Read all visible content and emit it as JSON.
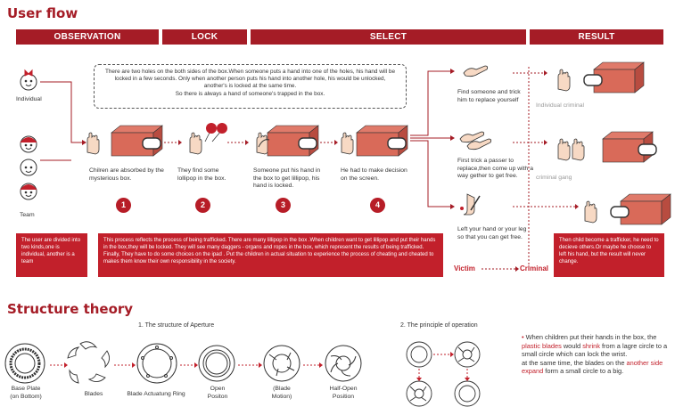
{
  "titles": {
    "user_flow": "User flow",
    "structure_theory": "Structure theory"
  },
  "headers": {
    "observation": "OBSERVATION",
    "lock": "LOCK",
    "select": "SELECT",
    "result": "RESULT"
  },
  "actors": {
    "individual": "Individual",
    "team": "Team"
  },
  "intro_text": "There are two holes on the both sides of the box.When someone puts a hand into one of the holes, his hand will be locked in a few seconds. Only when another person puts his hand into another hole, his would be unlocked, another's is locked at the same time.\nSo there is always a hand of someone's trapped in the box.",
  "steps": [
    {
      "number": "1",
      "text": "Chilren are absorbed by the mysterious box."
    },
    {
      "number": "2",
      "text": "They find some lollipop in the box."
    },
    {
      "number": "3",
      "text": "Someone put his hand in the box to get lillipop, his hand is locked."
    },
    {
      "number": "4",
      "text": "He had to make decision on the screen."
    }
  ],
  "choices": [
    {
      "text": "Find someone and trick him to replace yourself",
      "result": "Individual criminal"
    },
    {
      "text": "First trick a passer to replace,then come up with a way gether to get free.",
      "result": "criminal gang"
    },
    {
      "text": "Left your hand or your leg so that you can get free.",
      "result": ""
    }
  ],
  "victim": "Victim",
  "criminal": "Criminal",
  "boxes": {
    "left": "The user are divided into two kinds,one is individual, another is a team",
    "middle": "This process reflects the process of  being trafficked. There are many lillipop in the box .When children want to get lillipop and put their hands in the box,they will be locked. They will see many daggers -  organs and ropes in the box,  which represent the results of being trafficked. Finally, They have to do some choices on the ipad . Put the children in  actual situation to experience the process of cheating and cheated to makes them know their own responsibility in the society.",
    "right": "Then child become a trafficker, he need to decieve others.Or maybe he choose to left his hand, but the result will never change."
  },
  "structure": {
    "aperture_title": "1. The structure of  Aperture",
    "principle_title": "2. The principle of operation",
    "parts": [
      {
        "label": "Base Plate\n(on Bottom)"
      },
      {
        "label": "Blades"
      },
      {
        "label": "Blade Actuatung Ring"
      },
      {
        "label": "Open\nPositon"
      },
      {
        "label": "(Blade\nMotion)"
      },
      {
        "label": "Half-Open\nPosition"
      }
    ],
    "explanation": {
      "p1_a": "When children put their hands in the box, the ",
      "p1_h1": "plastic blades",
      "p1_b": " would ",
      "p1_h2": "shrink",
      "p1_c": " from a lagre circle to a small circle which can lock the wrist.",
      "p2_a": "at the same time, the blades on the ",
      "p2_h": "another side expand",
      "p2_b": " form a small circle to a big."
    }
  },
  "colors": {
    "accent": "#a51c26",
    "box": "#c2202b"
  }
}
